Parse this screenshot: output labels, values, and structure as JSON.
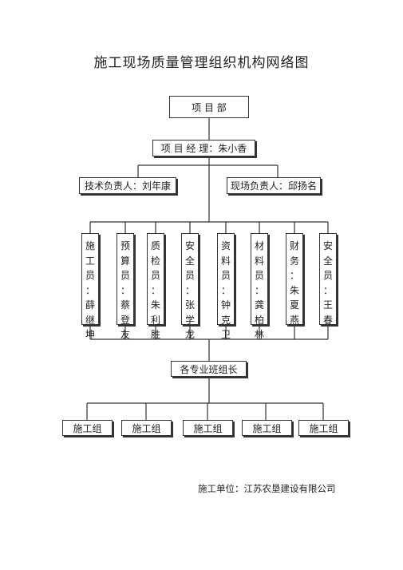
{
  "title": "施工现场质量管理组织机构网络图",
  "top": "项 目 部",
  "manager": "项 目 经 理：朱小香",
  "tech_lead": "技术负责人：刘年康",
  "site_lead": "现场负责人：邱扬名",
  "staff": [
    {
      "chars": [
        "施",
        "工",
        "员",
        "：",
        "薛",
        "继",
        "坤"
      ]
    },
    {
      "chars": [
        "预",
        "算",
        "员",
        "：",
        "蔡",
        "登",
        "友"
      ]
    },
    {
      "chars": [
        "质",
        "检",
        "员",
        "：",
        "朱",
        "利",
        "胜"
      ]
    },
    {
      "chars": [
        "安",
        "全",
        "员",
        "：",
        "张",
        "学",
        "龙"
      ]
    },
    {
      "chars": [
        "资",
        "料",
        "员",
        "：",
        "钟",
        "克",
        "卫"
      ]
    },
    {
      "chars": [
        "材",
        "料",
        "员",
        "：",
        "龚",
        "柏",
        "林"
      ]
    },
    {
      "chars": [
        "财",
        "",
        "务",
        "：",
        "朱",
        "夏",
        "燕"
      ]
    },
    {
      "chars": [
        "安",
        "全",
        "员",
        "：",
        "王",
        "春"
      ]
    }
  ],
  "team_leaders": "各专业班组长",
  "groups": [
    "施工组",
    "施工组",
    "施工组",
    "施工组",
    "施工组"
  ],
  "footer": "施工单位：江苏农垦建设有限公司"
}
